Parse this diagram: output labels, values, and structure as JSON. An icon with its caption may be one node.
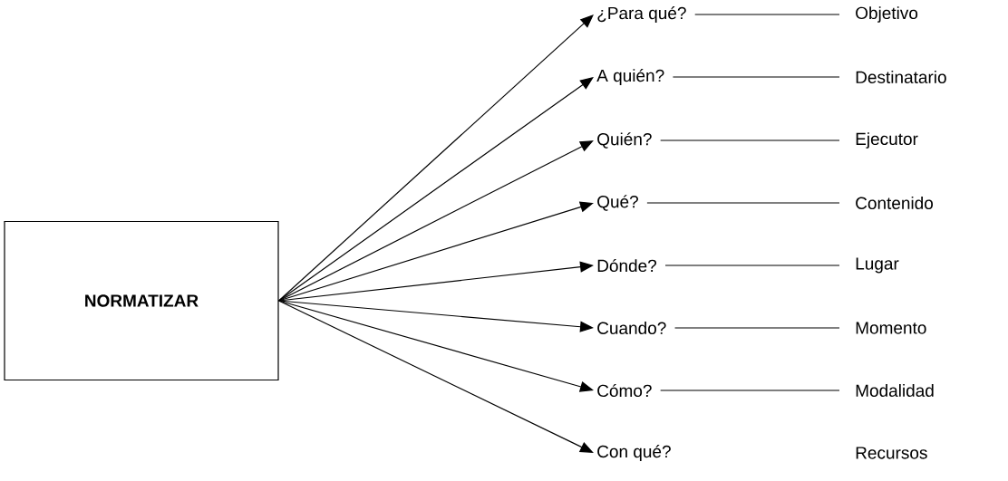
{
  "diagram": {
    "nodes": [
      {
        "text": [
          "NORMATIZAR"
        ]
      },
      {
        "text": [
          "¿Para qué?"
        ]
      },
      {
        "text": [
          "A quién?"
        ]
      },
      {
        "text": [
          "Quién?"
        ]
      },
      {
        "text": [
          "Qué?"
        ]
      },
      {
        "text": [
          "Dónde?"
        ]
      },
      {
        "text": [
          "Cuando?"
        ]
      },
      {
        "text": [
          "Cómo?"
        ]
      },
      {
        "text": [
          "Con qué?"
        ]
      },
      {
        "text": [
          "Objetivo"
        ]
      },
      {
        "text": [
          "Destinatario"
        ]
      },
      {
        "text": [
          "Ejecutor"
        ]
      },
      {
        "text": [
          "Contenido"
        ]
      },
      {
        "text": [
          "Lugar"
        ]
      },
      {
        "text": [
          "Momento"
        ]
      },
      {
        "text": [
          "Modalidad"
        ]
      },
      {
        "text": [
          "Recursos"
        ]
      }
    ],
    "edges": [
      {
        "from": 0,
        "to": 1,
        "arrow": "to"
      },
      {
        "from": 0,
        "to": 2,
        "arrow": "to"
      },
      {
        "from": 0,
        "to": 3,
        "arrow": "to"
      },
      {
        "from": 0,
        "to": 4,
        "arrow": "to"
      },
      {
        "from": 0,
        "to": 5,
        "arrow": "to"
      },
      {
        "from": 0,
        "to": 6,
        "arrow": "to"
      },
      {
        "from": 0,
        "to": 7,
        "arrow": "to"
      },
      {
        "from": 0,
        "to": 8,
        "arrow": "to"
      },
      {
        "from": 1,
        "to": 9,
        "arrow": "none"
      },
      {
        "from": 2,
        "to": 10,
        "arrow": "none"
      },
      {
        "from": 3,
        "to": 11,
        "arrow": "none"
      },
      {
        "from": 4,
        "to": 12,
        "arrow": "none"
      },
      {
        "from": 5,
        "to": 13,
        "arrow": "none"
      },
      {
        "from": 6,
        "to": 14,
        "arrow": "none"
      },
      {
        "from": 7,
        "to": 15,
        "arrow": "none"
      }
    ]
  }
}
